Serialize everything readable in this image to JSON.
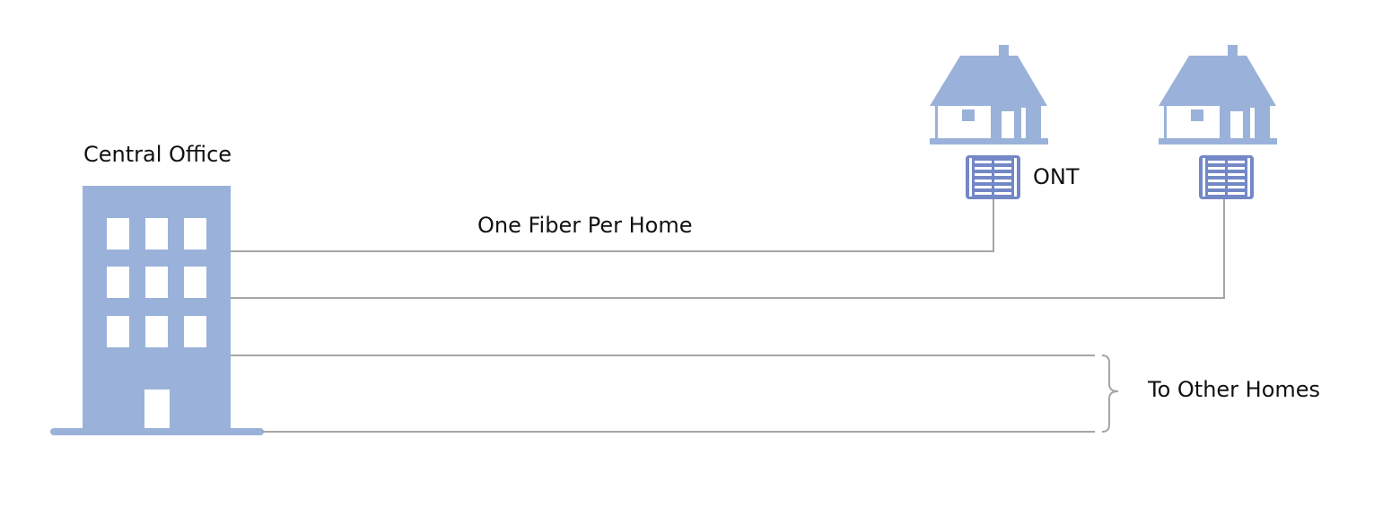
{
  "labels": {
    "central_office": "Central Office",
    "fiber": "One Fiber Per Home",
    "ont": "ONT",
    "other_homes": "To Other Homes"
  },
  "colors": {
    "icon_fill": "#9ab2d9",
    "ont_fill": "#7388c6",
    "fiber_line": "#a6a6a6",
    "text": "#111111",
    "background": "#ffffff"
  },
  "icons": {
    "building": "office-building-icon",
    "house": "house-icon",
    "ont": "ont-device-icon",
    "brace": "curly-brace"
  }
}
